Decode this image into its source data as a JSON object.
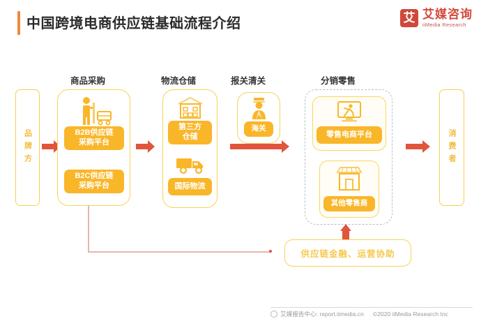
{
  "header": {
    "title": "中国跨境电商供应链基础流程介绍",
    "logo": {
      "mark": "艾",
      "cn": "艾媒咨询",
      "en": "iiMedia Research"
    }
  },
  "diagram": {
    "stage_labels": [
      {
        "text": "商品采购"
      },
      {
        "text": "物流仓储"
      },
      {
        "text": "报关清关"
      },
      {
        "text": "分销零售"
      }
    ],
    "start_node": {
      "text": "品牌方"
    },
    "end_node": {
      "text": "消费者"
    },
    "stages": [
      {
        "name": "商品采购",
        "items": [
          {
            "label": "B2B供应链",
            "label2": "采购平台",
            "icon": "buyer-with-cart-icon"
          },
          {
            "label": "B2C供应链",
            "label2": "采购平台",
            "icon": "buyer-with-cart-icon"
          }
        ]
      },
      {
        "name": "物流仓储",
        "items": [
          {
            "label": "第三方",
            "label2": "仓储",
            "icon": "warehouse-icon"
          },
          {
            "label": "国际物流",
            "label2": "",
            "icon": "truck-icon"
          }
        ]
      },
      {
        "name": "报关清关",
        "items": [
          {
            "label": "海关",
            "label2": "",
            "icon": "customs-officer-icon"
          }
        ]
      },
      {
        "name": "分销零售",
        "items": [
          {
            "label": "零售电商平台",
            "label2": "",
            "icon": "monitor-shopper-icon"
          },
          {
            "label": "其他零售商",
            "label2": "",
            "icon": "storefront-icon"
          }
        ]
      }
    ],
    "support_note": "供应链金融、运营协助"
  },
  "footer": {
    "source": "艾媒报告中心: report.iimedia.cn",
    "copyright": "©2020  iiMedia Research Inc"
  },
  "colors": {
    "accent_orange": "#f9b629",
    "border_yellow": "#f6d257",
    "arrow_red": "#e0553c",
    "brand_red": "#d3493b",
    "title_dark": "#2b2b2b"
  }
}
